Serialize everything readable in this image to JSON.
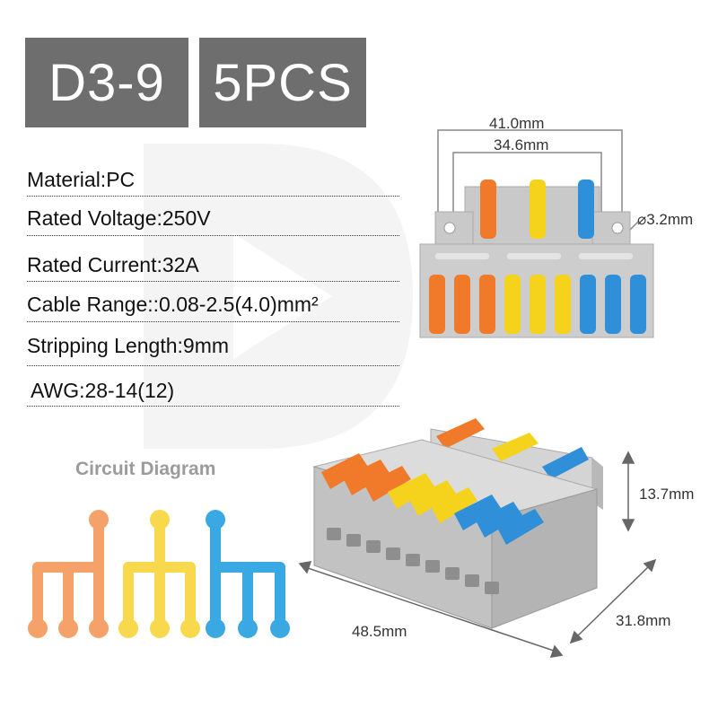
{
  "header": {
    "model": "D3-9",
    "quantity": "5PCS"
  },
  "specs": [
    "Material:PC",
    "Rated Voltage:250V",
    "Rated Current:32A",
    "Cable Range::0.08-2.5(4.0)mm²",
    "Stripping Length:9mm",
    "AWG:28-14(12)"
  ],
  "circuit": {
    "title": "Circuit Diagram"
  },
  "dimensions": {
    "top_outer_width": "41.0mm",
    "top_inner_width": "34.6mm",
    "hole_diameter": "3.2mm",
    "height": "13.7mm",
    "length": "48.5mm",
    "depth": "31.8mm"
  },
  "colors": {
    "badge": "#6e6e6e",
    "orange": "#f07a2a",
    "yellow": "#f5d21c",
    "blue": "#2f8fd8",
    "housing": "#c8c8c8"
  }
}
